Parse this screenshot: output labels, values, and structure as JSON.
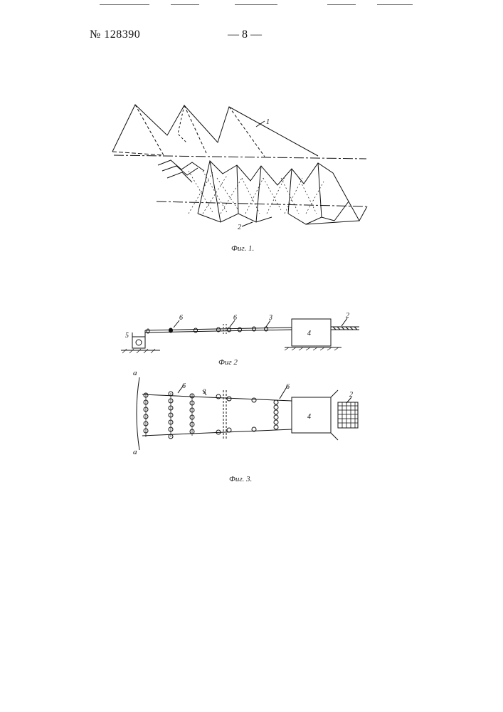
{
  "header": {
    "patent_number": "№ 128390",
    "page_number": "— 8 —"
  },
  "figures": {
    "fig1": {
      "caption": "Фиг. 1.",
      "labels": {
        "l1": "1",
        "l2": "2"
      }
    },
    "fig2": {
      "caption": "Фиг 2",
      "labels": {
        "l6a": "6",
        "l6b": "6",
        "l3": "3",
        "l2": "2",
        "l4": "4",
        "l5": "5"
      }
    },
    "fig3": {
      "caption": "Фиг. 3.",
      "labels": {
        "la_top": "а",
        "la_bot": "а",
        "l6a": "6",
        "l3": "3",
        "l6b": "6",
        "l2": "2",
        "l4": "4"
      }
    }
  },
  "colors": {
    "ink": "#111111",
    "paper": "#ffffff"
  }
}
